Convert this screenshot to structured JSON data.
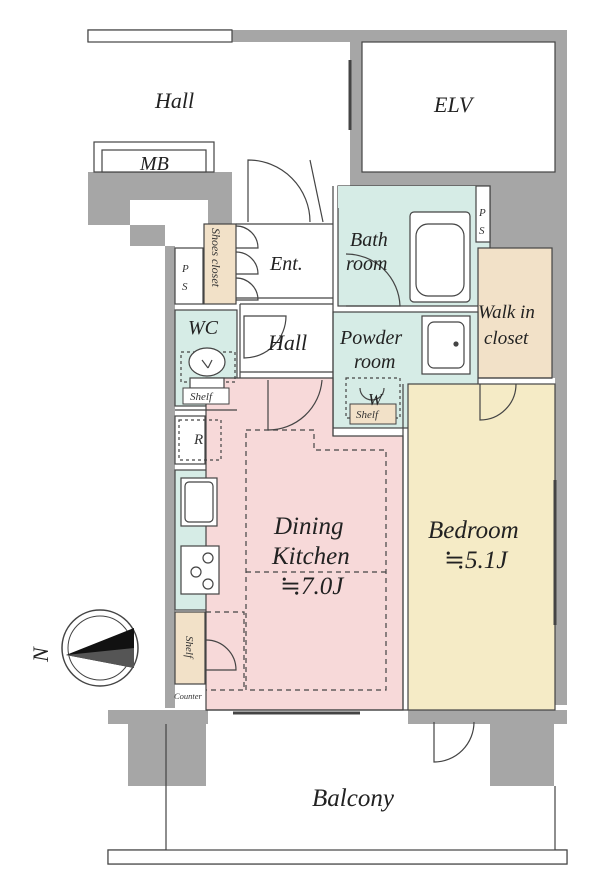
{
  "colors": {
    "wall": "#a6a6a6",
    "wet_area": "#d6ece6",
    "dining_kitchen": "#f7d9d9",
    "bedroom": "#f5ebc6",
    "storage": "#f2e1c8",
    "line": "#444444",
    "compass_fill": "#111111"
  },
  "labels": {
    "hall_top": "Hall",
    "elv": "ELV",
    "mb": "MB",
    "ps_top_p": "P",
    "ps_top_s": "S",
    "ps_left_p": "P",
    "ps_left_s": "S",
    "shoes_closet": "Shoes closet",
    "ent": "Ent.",
    "bath_1": "Bath",
    "bath_2": "room",
    "walk_in_1": "Walk in",
    "walk_in_2": "closet",
    "wc": "WC",
    "hall_inner": "Hall",
    "powder_1": "Powder",
    "powder_2": "room",
    "w": "W",
    "shelf_wc": "Shelf",
    "shelf_powder": "Shelf",
    "r": "R",
    "dk_1": "Dining",
    "dk_2": "Kitchen",
    "dk_size": "≒7.0J",
    "bedroom": "Bedroom",
    "bedroom_size": "≒5.1J",
    "shelf_kitchen": "Shelf",
    "counter": "Counter",
    "balcony": "Balcony",
    "north": "N"
  },
  "icons": {
    "compass": "north-arrow-icon",
    "bathtub": "bathtub-icon",
    "basin": "wash-basin-icon",
    "toilet": "toilet-icon",
    "sink": "kitchen-sink-icon",
    "stove": "gas-stove-icon"
  }
}
